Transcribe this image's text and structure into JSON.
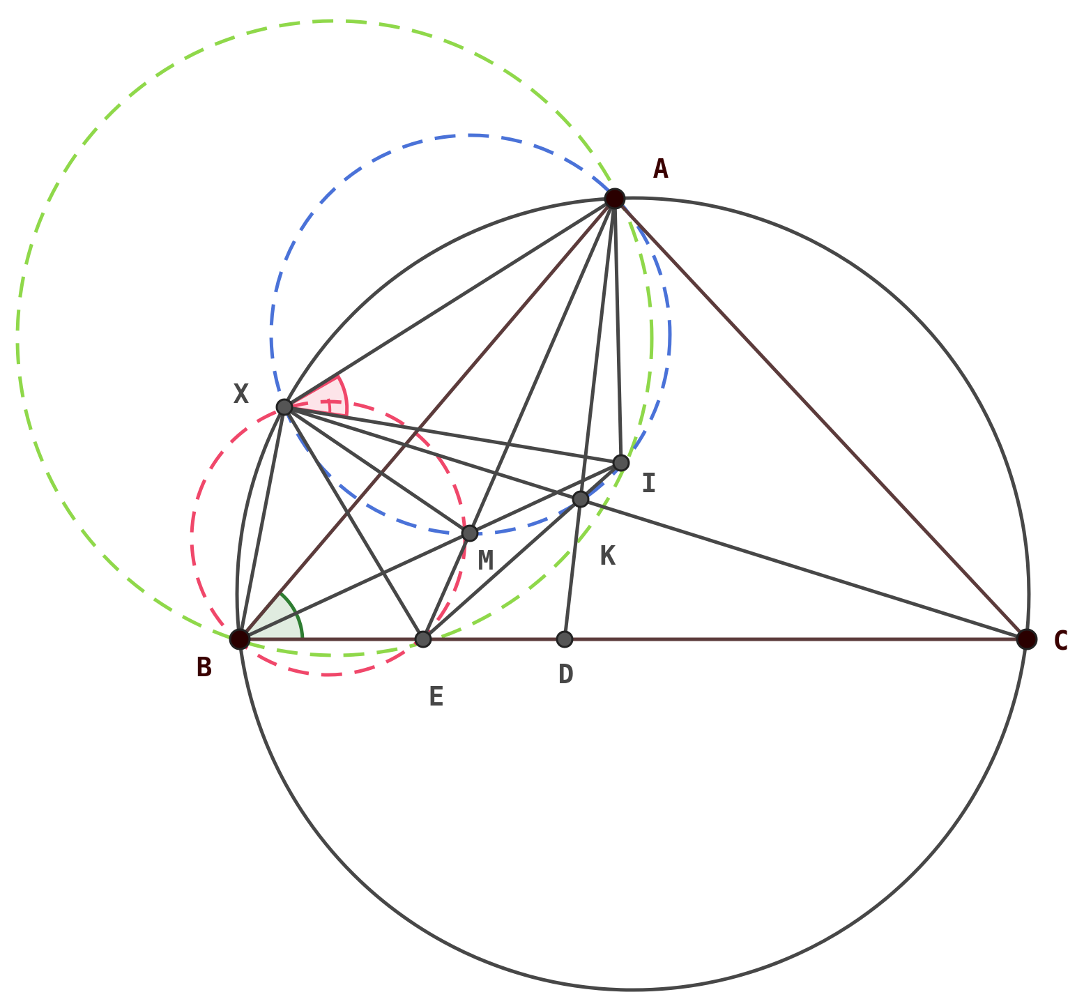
{
  "points": [
    {
      "id": "A",
      "label": "A"
    },
    {
      "id": "B",
      "label": "B"
    },
    {
      "id": "C",
      "label": "C"
    },
    {
      "id": "X",
      "label": "X"
    },
    {
      "id": "I",
      "label": "I"
    },
    {
      "id": "K",
      "label": "K"
    },
    {
      "id": "M",
      "label": "M"
    },
    {
      "id": "E",
      "label": "E"
    },
    {
      "id": "D",
      "label": "D"
    }
  ],
  "colors": {
    "segment": "#474747",
    "triangle": "#5c3b3b",
    "green_circle": "#8fd84a",
    "blue_circle": "#4a72d8",
    "red_circle": "#f0476a",
    "angle_red": "#f0476a",
    "angle_green": "#2e7d32",
    "main_label": "#3a0000",
    "label": "#474747"
  }
}
